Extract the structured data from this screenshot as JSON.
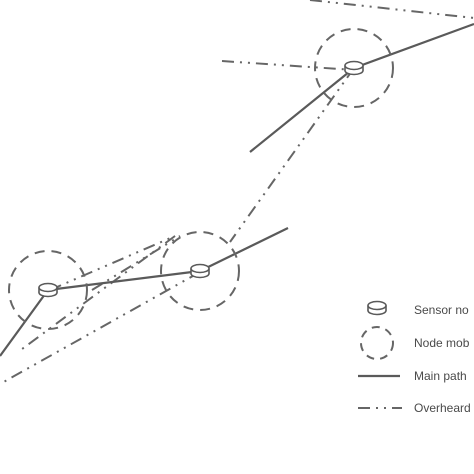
{
  "legend": {
    "sensor_node": "Sensor no",
    "node_mobility": "Node mob",
    "main_path": "Main path",
    "overheard": "Overheard"
  },
  "icons": {
    "sensor": "sensor-node-icon",
    "mobility": "mobility-range-icon"
  },
  "colors": {
    "stroke": "#5a5a5a",
    "background": "#ffffff"
  }
}
